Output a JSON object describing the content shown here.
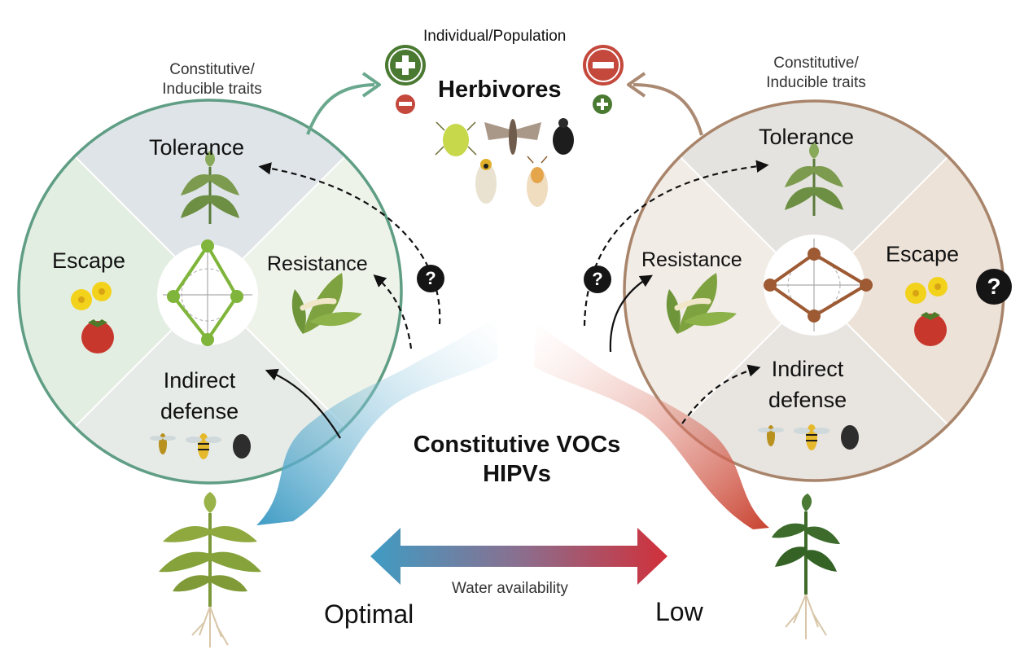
{
  "top": {
    "level_label": "Individual/Population",
    "herbivores_label": "Herbivores",
    "plus_glyph": "+",
    "minus_glyph": "−"
  },
  "left_panel": {
    "traits_label_line1": "Constitutive/",
    "traits_label_line2": "Inducible traits",
    "tolerance": "Tolerance",
    "escape": "Escape",
    "resistance": "Resistance",
    "indirect_line1": "Indirect",
    "indirect_line2": "defense",
    "question": "?",
    "color": "#5f9e84"
  },
  "right_panel": {
    "traits_label_line1": "Constitutive/",
    "traits_label_line2": "Inducible traits",
    "tolerance": "Tolerance",
    "escape": "Escape",
    "resistance": "Resistance",
    "indirect_line1": "Indirect",
    "indirect_line2": "defense",
    "question": "?",
    "question_outside": "?",
    "color": "#a8846a"
  },
  "center": {
    "vocs_line1": "Constitutive VOCs",
    "vocs_line2": "HIPVs"
  },
  "gradient": {
    "axis_label": "Water availability",
    "left_label": "Optimal",
    "right_label": "Low",
    "left_color": "#3f9cc4",
    "right_color": "#d1303a"
  },
  "colors": {
    "plus": "#4a7a32",
    "minus": "#c4483c",
    "diamond_left": "#7fb53a",
    "diamond_right": "#9d5a33"
  }
}
